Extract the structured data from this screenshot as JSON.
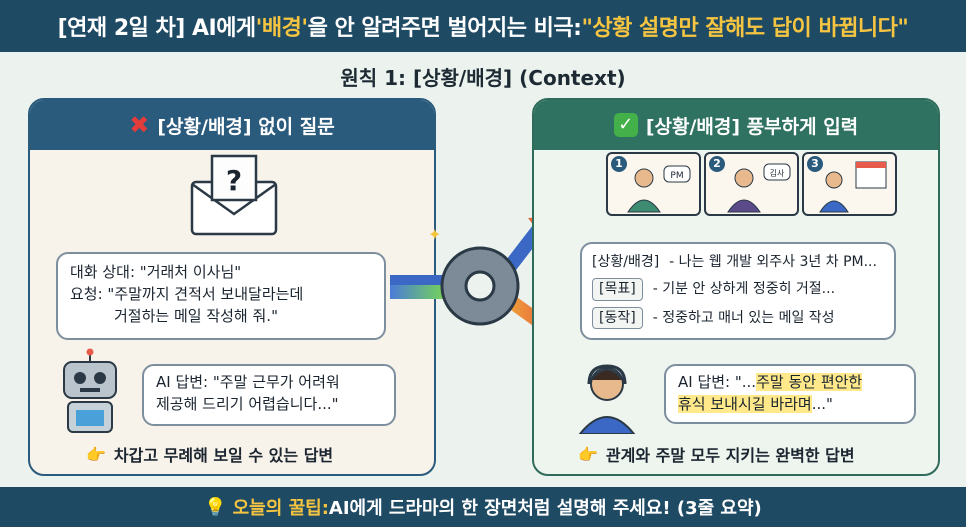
{
  "header": {
    "title_part1": "[연재 2일 차] AI에게 ",
    "title_highlight1": "'배경'",
    "title_part2": "을 안 알려주면 벌어지는 비극: ",
    "title_highlight2": "\"상황 설명만 잘해도 답이 바뀝니다\""
  },
  "subtitle": "원칙 1: [상황/배경] (Context)",
  "left_panel": {
    "title": "[상황/배경] 없이 질문",
    "envelope_mark": "?",
    "question_lines": [
      "대화 상대: \"거래처 이사님\"",
      "요청: \"주말까지 견적서 보내달라는데",
      "거절하는 메일 작성해 줘.\""
    ],
    "ai_answer_lines": [
      "AI 답변: \"주말 근무가 어려워",
      "제공해 드리기 어렵습니다...\""
    ],
    "verdict": "차갑고 무례해 보일 수 있는 답변"
  },
  "right_panel": {
    "title": "[상황/배경] 풍부하게 입력",
    "steps": [
      {
        "num": "1",
        "bubble": "PM"
      },
      {
        "num": "2",
        "bubble": "김사"
      },
      {
        "num": "3",
        "bubble": ""
      }
    ],
    "context": [
      {
        "tag": "[상황/배경]",
        "text": "- 나는 웹 개발 외주사 3년 차 PM..."
      },
      {
        "tag": "[목표]",
        "text": "- 기분 안 상하게 정중히 거절..."
      },
      {
        "tag": "[동작]",
        "text": "- 정중하고 매너 있는 메일 작성"
      }
    ],
    "ai_answer_prefix": "AI 답변: \"...",
    "ai_answer_hl1": "주말 동안 편안한",
    "ai_answer_hl2": "휴식 보내시길 바라며",
    "ai_answer_suffix": "...\"",
    "verdict": "관계와 주말 모두 지키는 완벽한 답변"
  },
  "footer": {
    "tip_label": "오늘의 꿀팁:",
    "tip_text": " AI에게 드라마의 한 장면처럼 설명해 주세요! (3줄 요약)"
  }
}
